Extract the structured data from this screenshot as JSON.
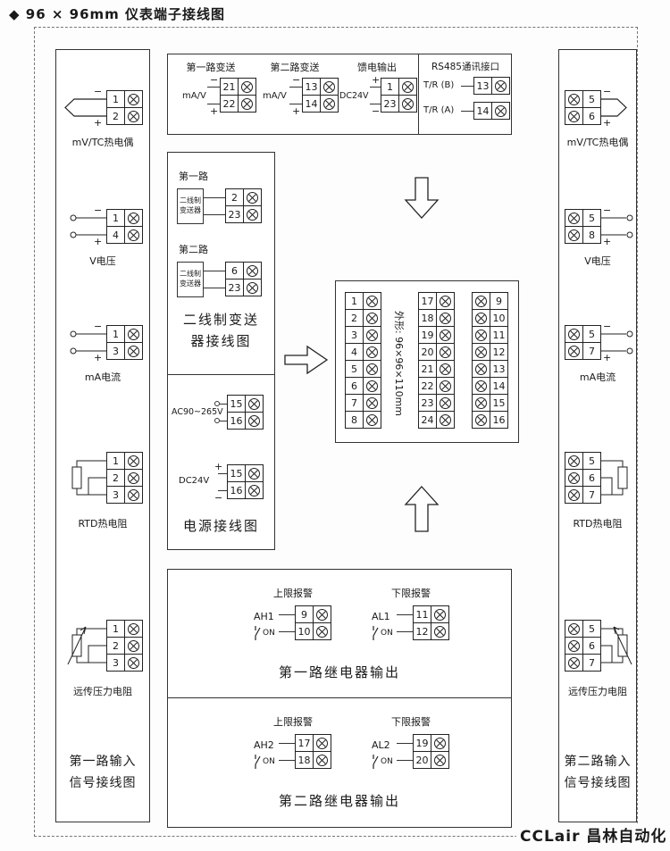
{
  "page": {
    "title": "◆ 96 × 96mm 仪表端子接线图",
    "footer_logo": "CCLair 昌林自动化"
  },
  "left_panel": {
    "caption_line1": "第一路输入",
    "caption_line2": "信号接线图",
    "blocks": [
      {
        "label": "mV/TC热电偶",
        "sign_top": "−",
        "sign_bottom": "+",
        "terminals": [
          "1",
          "2"
        ]
      },
      {
        "label": "V电压",
        "sign_top": "−",
        "sign_bottom": "+",
        "terminals": [
          "1",
          "4"
        ]
      },
      {
        "label": "mA电流",
        "sign_top": "−",
        "sign_bottom": "+",
        "terminals": [
          "1",
          "3"
        ]
      },
      {
        "label": "RTD热电阻",
        "terminals": [
          "1",
          "2",
          "3"
        ]
      },
      {
        "label": "远传压力电阻",
        "terminals": [
          "1",
          "2",
          "3"
        ]
      }
    ]
  },
  "right_panel": {
    "caption_line1": "第二路输入",
    "caption_line2": "信号接线图",
    "blocks": [
      {
        "label": "mV/TC热电偶",
        "sign_top": "−",
        "sign_bottom": "+",
        "terminals": [
          "5",
          "6"
        ]
      },
      {
        "label": "V电压",
        "sign_top": "−",
        "sign_bottom": "+",
        "terminals": [
          "5",
          "8"
        ]
      },
      {
        "label": "mA电流",
        "sign_top": "−",
        "sign_bottom": "+",
        "terminals": [
          "5",
          "7"
        ]
      },
      {
        "label": "RTD热电阻",
        "terminals": [
          "5",
          "6",
          "7"
        ]
      },
      {
        "label": "远传压力电阻",
        "terminals": [
          "5",
          "6",
          "7"
        ]
      }
    ]
  },
  "transmit_box": {
    "sections": [
      {
        "title": "第一路变送",
        "signal": "mA/V",
        "sign_top": "−",
        "sign_bottom": "+",
        "terminals": [
          "21",
          "22"
        ]
      },
      {
        "title": "第二路变送",
        "signal": "mA/V",
        "sign_top": "−",
        "sign_bottom": "+",
        "terminals": [
          "13",
          "14"
        ]
      },
      {
        "title": "馈电输出",
        "signal": "DC24V",
        "sign_top": "+",
        "sign_bottom": "−",
        "terminals": [
          "1",
          "23"
        ]
      }
    ],
    "rs485": {
      "title": "RS485通讯接口",
      "rows": [
        {
          "label": "T/R (B)",
          "terminal": "13"
        },
        {
          "label": "T/R (A)",
          "terminal": "14"
        }
      ]
    }
  },
  "two_wire_box": {
    "caption_line1": "二线制变送",
    "caption_line2": "器接线图",
    "groups": [
      {
        "title": "第一路",
        "device": "二线制变送器",
        "terminals": [
          "2",
          "23"
        ]
      },
      {
        "title": "第二路",
        "device": "二线制变送器",
        "terminals": [
          "6",
          "23"
        ]
      }
    ]
  },
  "power_box": {
    "caption": "电源接线图",
    "groups": [
      {
        "label": "AC90~265V",
        "terminals": [
          "15",
          "16"
        ]
      },
      {
        "label": "DC24V",
        "sign_top": "+",
        "sign_bottom": "−",
        "terminals": [
          "15",
          "16"
        ]
      }
    ]
  },
  "center_block": {
    "dimension": "外形: 96×96×110mm",
    "col_left": [
      "1",
      "2",
      "3",
      "4",
      "5",
      "6",
      "7",
      "8"
    ],
    "col_mid": [
      "17",
      "18",
      "19",
      "20",
      "21",
      "22",
      "23",
      "24"
    ],
    "col_right": [
      "9",
      "10",
      "11",
      "12",
      "13",
      "14",
      "15",
      "16"
    ]
  },
  "relay_boxes": [
    {
      "caption": "第一路继电器输出",
      "groups": [
        {
          "alarm": "上限报警",
          "tag": "AH1",
          "switch": "ON",
          "terminals": [
            "9",
            "10"
          ]
        },
        {
          "alarm": "下限报警",
          "tag": "AL1",
          "switch": "ON",
          "terminals": [
            "11",
            "12"
          ]
        }
      ]
    },
    {
      "caption": "第二路继电器输出",
      "groups": [
        {
          "alarm": "上限报警",
          "tag": "AH2",
          "switch": "ON",
          "terminals": [
            "17",
            "18"
          ]
        },
        {
          "alarm": "下限报警",
          "tag": "AL2",
          "switch": "ON",
          "terminals": [
            "19",
            "20"
          ]
        }
      ]
    }
  ]
}
